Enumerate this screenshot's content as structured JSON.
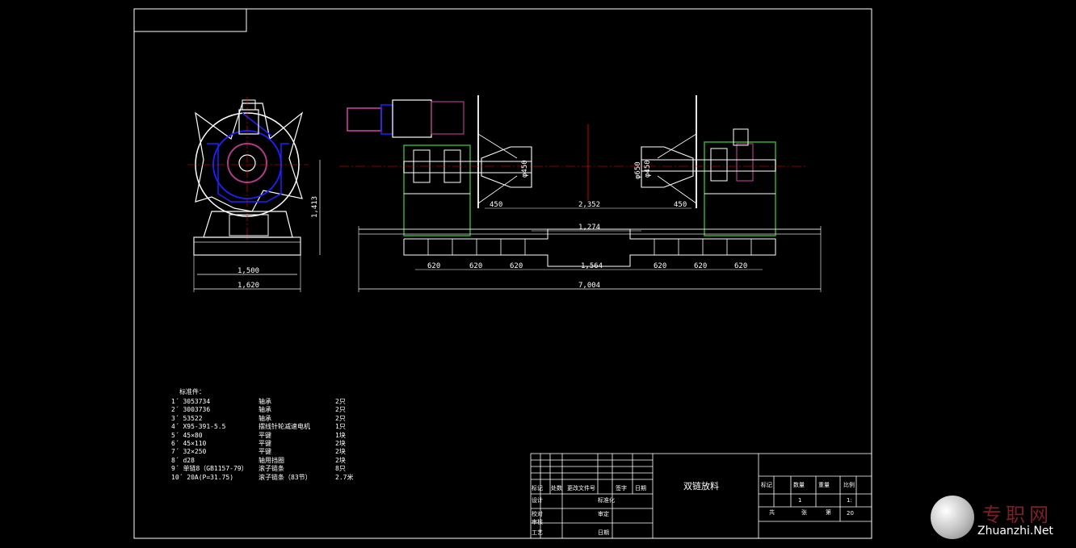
{
  "drawing": {
    "title": "双链放料",
    "colors": {
      "background": "#000000",
      "frame": "#ffffff",
      "dimension": "#ffffff",
      "motor": "#b03a8c",
      "gearbox": "#2020ff",
      "frame_green": "#33aa33",
      "centerline": "#ff0000",
      "base": "#dddddd"
    }
  },
  "side_view": {
    "dims": {
      "width_inner": "1,500",
      "width_outer": "1,620",
      "height": "1,413"
    }
  },
  "front_view": {
    "dims": {
      "left_arm": "450",
      "right_arm": "450",
      "span_top": "2,352",
      "span_mid": "1,274",
      "bottom_segments": [
        "620",
        "620",
        "620",
        "1,564",
        "620",
        "620",
        "620"
      ],
      "total_length": "7,004",
      "left_diameter": "φ450",
      "right_diameter_a": "φ450",
      "right_diameter_b": "φ650"
    }
  },
  "parts_list": {
    "title": "标准件：",
    "items": [
      {
        "spec": "1´ 3053734",
        "name": "轴承",
        "qty": "2只"
      },
      {
        "spec": "2´ 3003736",
        "name": "轴承",
        "qty": "2只"
      },
      {
        "spec": "3´ 53522",
        "name": "轴承",
        "qty": "2只"
      },
      {
        "spec": "4´ X95-391-5.5",
        "name": "摆线针轮减速电机",
        "qty": "1只"
      },
      {
        "spec": "5´ 45×80",
        "name": "平键",
        "qty": "1块"
      },
      {
        "spec": "6´ 45×110",
        "name": "平键",
        "qty": "2块"
      },
      {
        "spec": "7´ 32×250",
        "name": "平键",
        "qty": "2块"
      },
      {
        "spec": "8´ d28",
        "name": "轴用挡圈",
        "qty": "2块"
      },
      {
        "spec": "9´ 单链8（GB1157-79）",
        "name": "滚子链条",
        "qty": "8只"
      },
      {
        "spec": "10´ 20A(P=31.75)",
        "name": "滚子链条（83节）",
        "qty": "2.7米"
      }
    ]
  },
  "title_block": {
    "rev_headers": [
      "标记",
      "处数",
      "更改文件号",
      "签字",
      "日期"
    ],
    "role_rows": [
      {
        "left": "设计",
        "right": "标准化"
      },
      {
        "left": "校对",
        "right": "审定"
      },
      {
        "left": "审核",
        "right": ""
      },
      {
        "left": "工艺",
        "right": "日期"
      }
    ],
    "stage_headers": [
      "标记",
      "数量",
      "重量",
      "比例"
    ],
    "quantity": "1",
    "scale": "1:",
    "sheet_label_total": "共",
    "sheet_label_no": "张",
    "sheet_label_page": "第",
    "sheet_number": "20"
  },
  "watermark": {
    "cn": "专职网",
    "en": "Zhuanzhi.Net"
  }
}
